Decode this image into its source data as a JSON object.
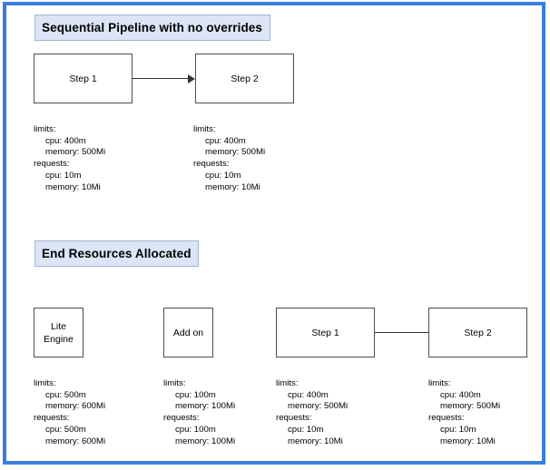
{
  "page": {
    "frame_color": "#3b7ddd",
    "background": "#ffffff",
    "title_chip_fill": "#dbe5f5",
    "title_chip_border": "#9fb5d8",
    "node_border": "#4d4d4d",
    "arrow_color": "#333333"
  },
  "sections": [
    {
      "id": "sequential-pipeline",
      "title": "Sequential Pipeline with no overrides",
      "nodes": [
        {
          "id": "top-step-1",
          "lines": [
            "Step 1"
          ]
        },
        {
          "id": "top-step-2",
          "lines": [
            "Step 2"
          ]
        }
      ],
      "resources": [
        {
          "id": "top-step-1-resources",
          "limits_label": "limits:",
          "limits_cpu": "cpu: 400m",
          "limits_memory": "memory: 500Mi",
          "requests_label": "requests:",
          "requests_cpu": "cpu: 10m",
          "requests_memory": "memory: 10Mi"
        },
        {
          "id": "top-step-2-resources",
          "limits_label": "limits:",
          "limits_cpu": "cpu: 400m",
          "limits_memory": "memory: 500Mi",
          "requests_label": "requests:",
          "requests_cpu": "cpu: 10m",
          "requests_memory": "memory: 10Mi"
        }
      ]
    },
    {
      "id": "end-resources-allocated",
      "title": "End Resources Allocated",
      "nodes": [
        {
          "id": "lite-engine",
          "lines": [
            "Lite",
            "Engine"
          ]
        },
        {
          "id": "add-on",
          "lines": [
            "Add on"
          ]
        },
        {
          "id": "bottom-step-1",
          "lines": [
            "Step 1"
          ]
        },
        {
          "id": "bottom-step-2",
          "lines": [
            "Step 2"
          ]
        }
      ],
      "resources": [
        {
          "id": "lite-engine-resources",
          "limits_label": "limits:",
          "limits_cpu": "cpu: 500m",
          "limits_memory": "memory: 600Mi",
          "requests_label": "requests:",
          "requests_cpu": "cpu: 500m",
          "requests_memory": "memory: 600Mi"
        },
        {
          "id": "add-on-resources",
          "limits_label": "limits:",
          "limits_cpu": "cpu: 100m",
          "limits_memory": "memory: 100Mi",
          "requests_label": "requests:",
          "requests_cpu": "cpu: 100m",
          "requests_memory": "memory: 100Mi"
        },
        {
          "id": "bottom-step-1-resources",
          "limits_label": "limits:",
          "limits_cpu": "cpu: 400m",
          "limits_memory": "memory: 500Mi",
          "requests_label": "requests:",
          "requests_cpu": "cpu: 10m",
          "requests_memory": "memory: 10Mi"
        },
        {
          "id": "bottom-step-2-resources",
          "limits_label": "limits:",
          "limits_cpu": "cpu: 400m",
          "limits_memory": "memory: 500Mi",
          "requests_label": "requests:",
          "requests_cpu": "cpu: 10m",
          "requests_memory": "memory: 10Mi"
        }
      ]
    }
  ]
}
